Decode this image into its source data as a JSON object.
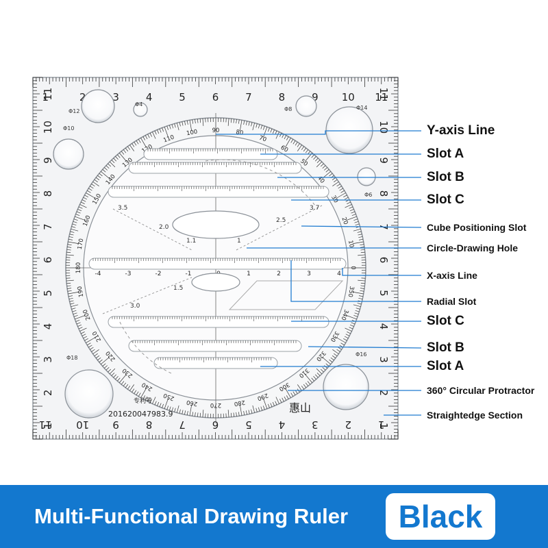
{
  "product": {
    "banner_title": "Multi-Functional Drawing Ruler",
    "color_variant": "Black",
    "patent_number": "201620047983.9",
    "patent_label": "专利号",
    "brand_mark": "惠山",
    "colors": {
      "banner": "#1378cf",
      "line": "#1f7bd0",
      "ink": "#222222",
      "plastic": "#f2f3f5"
    }
  },
  "callouts": [
    {
      "name": "y-axis-line",
      "label": "Y-axis Line",
      "size": "big"
    },
    {
      "name": "slot-a-top",
      "label": "Slot A",
      "size": "big"
    },
    {
      "name": "slot-b-top",
      "label": "Slot B",
      "size": "big"
    },
    {
      "name": "slot-c-top",
      "label": "Slot C",
      "size": "big"
    },
    {
      "name": "cube-positioning-slot",
      "label": "Cube Positioning Slot",
      "size": "small"
    },
    {
      "name": "circle-drawing-hole",
      "label": "Circle-Drawing Hole",
      "size": "small"
    },
    {
      "name": "x-axis-line",
      "label": "X-axis Line",
      "size": "small"
    },
    {
      "name": "radial-slot",
      "label": "Radial Slot",
      "size": "small"
    },
    {
      "name": "slot-c-bottom",
      "label": "Slot C",
      "size": "big"
    },
    {
      "name": "slot-b-bottom",
      "label": "Slot B",
      "size": "big"
    },
    {
      "name": "slot-a-bottom",
      "label": "Slot A",
      "size": "big"
    },
    {
      "name": "circular-protractor",
      "label": "360° Circular Protractor",
      "size": "small"
    },
    {
      "name": "straightedge-section",
      "label": "Straightedge Section",
      "size": "small"
    }
  ],
  "ruler": {
    "edge_numbers": [
      "1",
      "2",
      "3",
      "4",
      "5",
      "6",
      "7",
      "8",
      "9",
      "10",
      "11"
    ],
    "side_numbers": [
      "11",
      "10",
      "9",
      "8",
      "7",
      "6",
      "5",
      "4",
      "3",
      "2",
      "1"
    ],
    "protractor_numbers": [
      "0",
      "10",
      "20",
      "30",
      "40",
      "50",
      "60",
      "70",
      "80",
      "90",
      "100",
      "110",
      "120",
      "130",
      "140",
      "150",
      "160",
      "170",
      "180",
      "190",
      "200",
      "210",
      "220",
      "230",
      "240",
      "250",
      "260",
      "270",
      "280",
      "290",
      "300",
      "310",
      "320",
      "330",
      "340",
      "350"
    ],
    "x_axis_numbers": [
      "-4",
      "-3",
      "-2",
      "-1",
      "0",
      "1",
      "2",
      "3",
      "4"
    ],
    "hole_labels": [
      "Φ4",
      "Φ8",
      "Φ10",
      "Φ12",
      "Φ14",
      "Φ6",
      "Φ16",
      "Φ18"
    ],
    "arc_labels": [
      "3.5",
      "3.7",
      "2.0",
      "2.5",
      "1.1",
      "1",
      "1.5",
      "3.0"
    ]
  }
}
